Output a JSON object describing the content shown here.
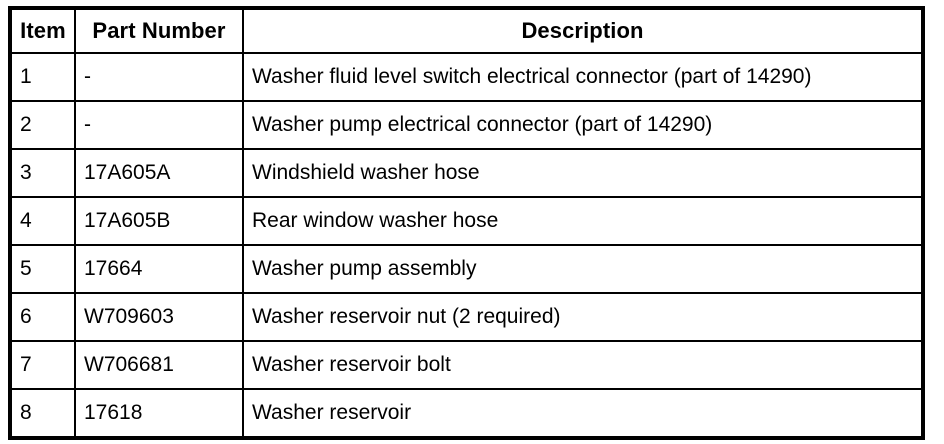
{
  "table": {
    "columns": [
      {
        "key": "item",
        "label": "Item"
      },
      {
        "key": "part_number",
        "label": "Part Number"
      },
      {
        "key": "description",
        "label": "Description"
      }
    ],
    "rows": [
      {
        "item": "1",
        "part_number": "-",
        "description": "Washer fluid level switch electrical connector (part of 14290)"
      },
      {
        "item": "2",
        "part_number": "-",
        "description": "Washer pump electrical connector (part of 14290)"
      },
      {
        "item": "3",
        "part_number": "17A605A",
        "description": "Windshield washer hose"
      },
      {
        "item": "4",
        "part_number": "17A605B",
        "description": "Rear window washer hose"
      },
      {
        "item": "5",
        "part_number": "17664",
        "description": "Washer pump assembly"
      },
      {
        "item": "6",
        "part_number": "W709603",
        "description": "Washer reservoir nut (2 required)"
      },
      {
        "item": "7",
        "part_number": "W706681",
        "description": "Washer reservoir bolt"
      },
      {
        "item": "8",
        "part_number": "17618",
        "description": "Washer reservoir"
      }
    ]
  },
  "colors": {
    "border": "#000000",
    "text": "#000000",
    "background": "#ffffff"
  }
}
